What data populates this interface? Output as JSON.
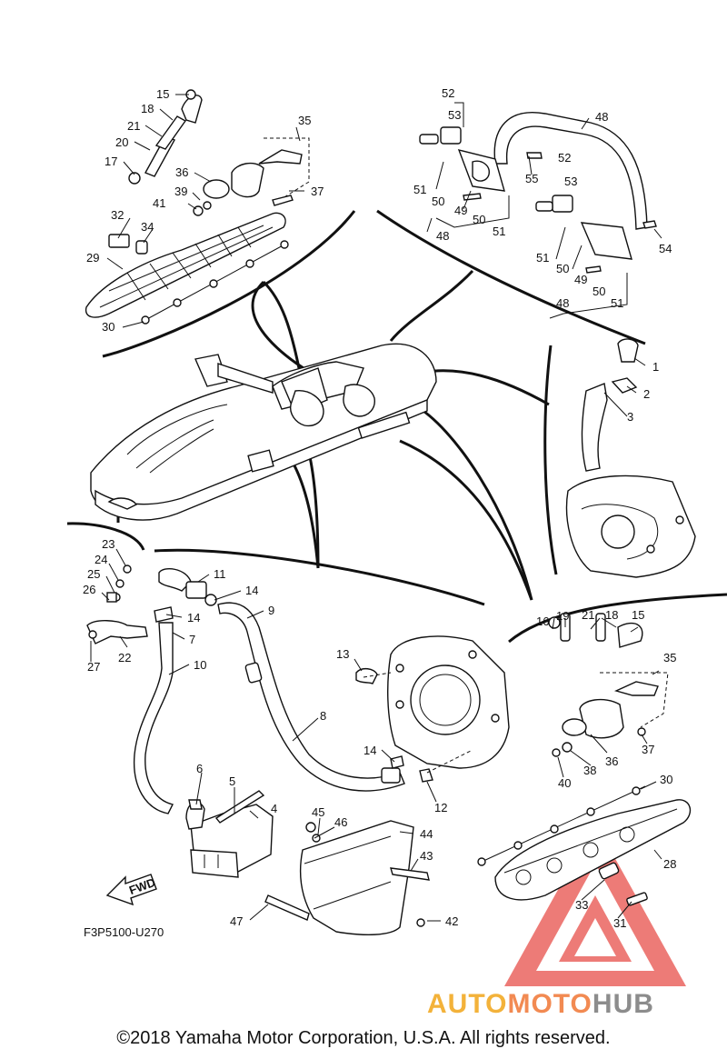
{
  "diagram": {
    "code": "F3P5100-U270",
    "fwd_label": "FWD",
    "callouts": [
      "1",
      "2",
      "3",
      "4",
      "5",
      "6",
      "7",
      "8",
      "9",
      "10",
      "11",
      "12",
      "13",
      "14",
      "15",
      "16",
      "17",
      "18",
      "19",
      "20",
      "21",
      "22",
      "23",
      "24",
      "25",
      "26",
      "27",
      "28",
      "29",
      "30",
      "31",
      "32",
      "33",
      "34",
      "35",
      "36",
      "37",
      "38",
      "39",
      "40",
      "41",
      "42",
      "43",
      "44",
      "45",
      "46",
      "47",
      "48",
      "49",
      "50",
      "51",
      "52",
      "53",
      "54",
      "55"
    ]
  },
  "watermark": {
    "brand_part1": "AUTO",
    "brand_part2": "MOTO",
    "brand_part3": "HUB",
    "colors": {
      "auto": "#f3b23a",
      "moto": "#f28a52",
      "hub": "#8c8c8c",
      "triangle": "#e8504a"
    }
  },
  "footer": {
    "copyright": "©2018 Yamaha Motor Corporation, U.S.A. All rights reserved."
  }
}
